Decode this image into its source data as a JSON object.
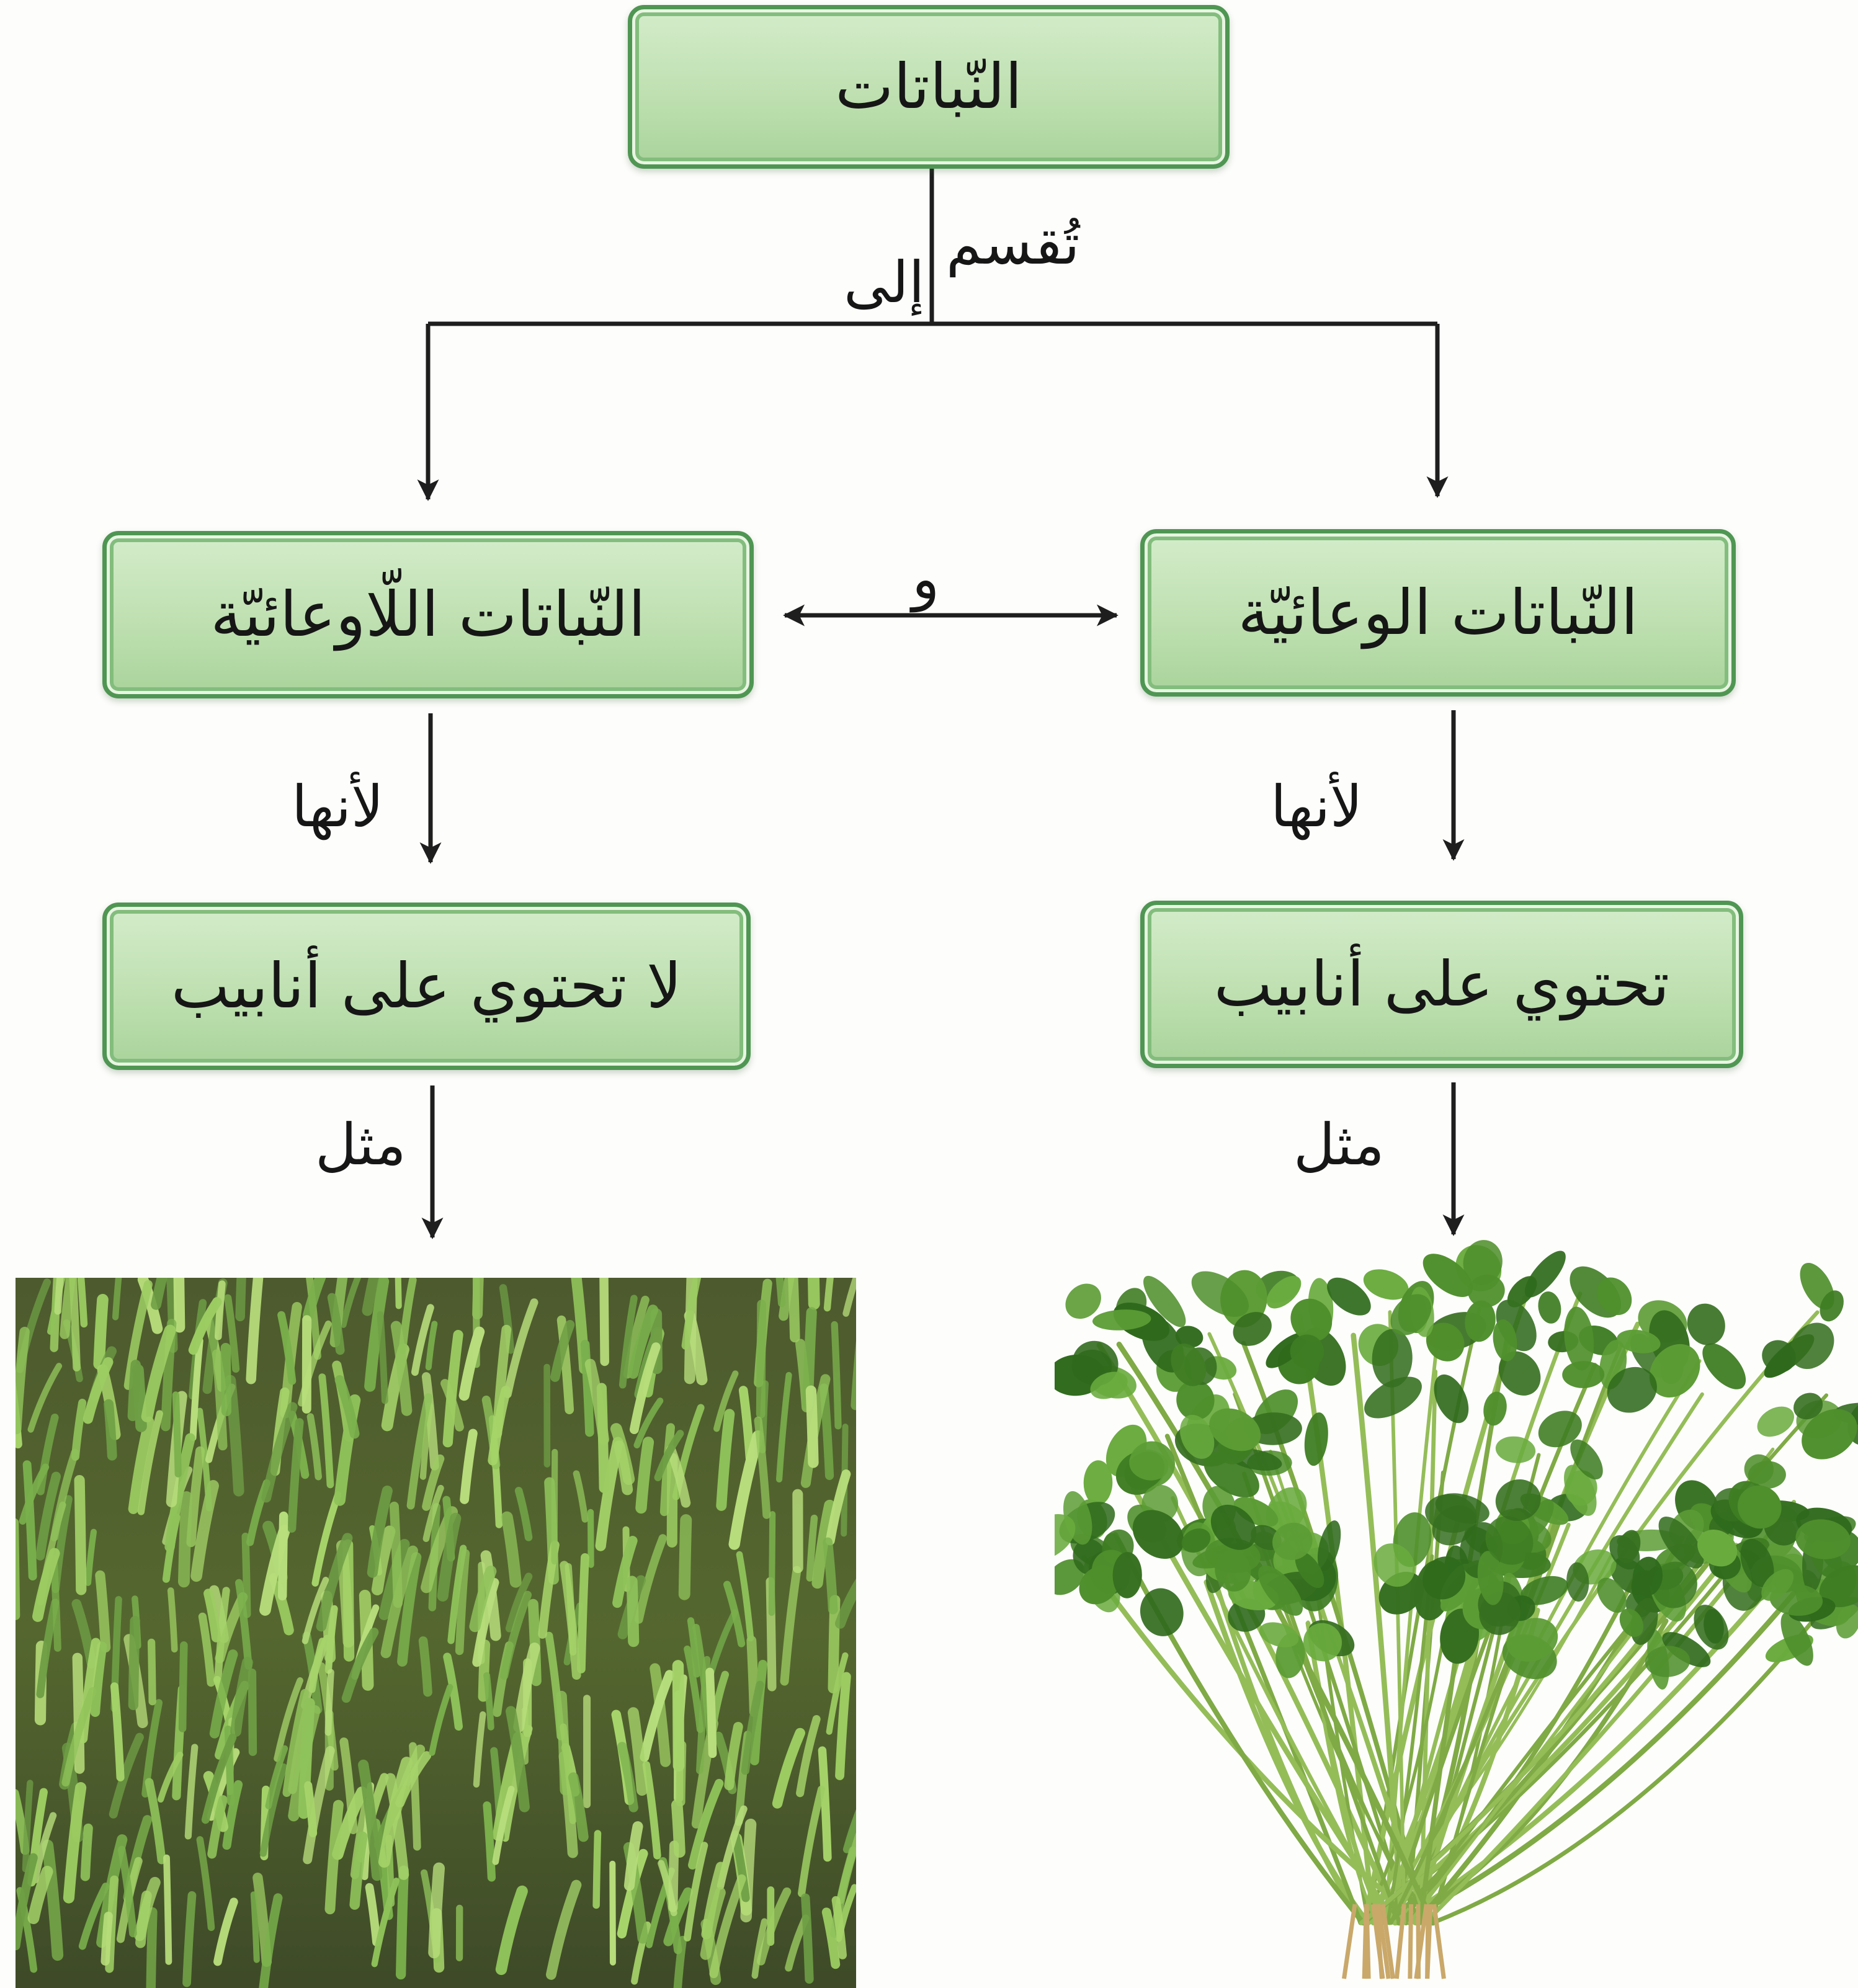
{
  "diagram": {
    "root": {
      "label": "النّباتات"
    },
    "split_label_1": "تُقسم",
    "split_label_2": "إلى",
    "link_label": "و",
    "right_branch": {
      "category": "النّباتات الوعائيّة",
      "reason_label": "لأنها",
      "property": "تحتوي على أنابيب",
      "example_label": "مثل"
    },
    "left_branch": {
      "category": "النّباتات اللّاوعائيّة",
      "reason_label": "لأنها",
      "property": "لا تحتوي على أنابيب",
      "example_label": "مثل"
    }
  },
  "icons": [
    "moss-photo",
    "parsley-photo"
  ],
  "colors": {
    "box_border": "#4f9653",
    "box_fill": "#bfe0b1",
    "line": "#1e1e1e"
  }
}
